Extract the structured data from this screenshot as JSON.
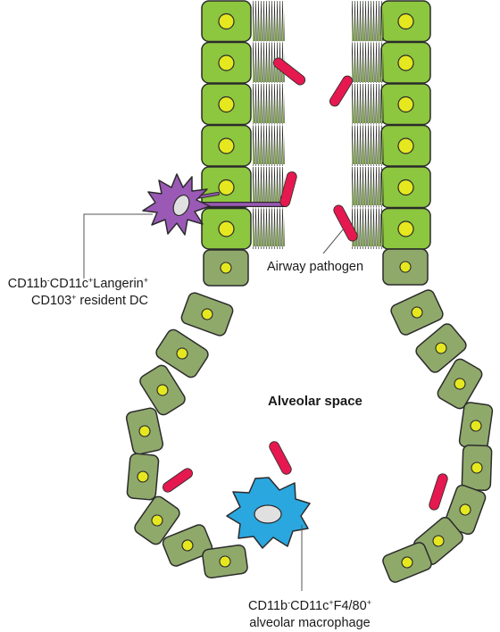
{
  "labels": {
    "dc_line1": {
      "a": "CD11b",
      "a_sup": "-",
      "b": "CD11c",
      "b_sup": "+",
      "c": "Langerin",
      "c_sup": "+"
    },
    "dc_line2": {
      "a": "CD103",
      "a_sup": "+",
      "b": " resident DC"
    },
    "pathogen": "Airway pathogen",
    "alveolar_space": "Alveolar space",
    "mac_line1": {
      "a": "CD11b",
      "a_sup": "-",
      "b": "CD11c",
      "b_sup": "+",
      "c": "F4/80",
      "c_sup": "+"
    },
    "mac_line2": "alveolar macrophage"
  },
  "colors": {
    "ciliated_cell": "#8dc63f",
    "alveolar_cell": "#8fa96b",
    "nucleus": "#e6e81f",
    "pathogen": "#e5194f",
    "dendritic_cell": "#9b59b6",
    "macrophage": "#2aa7df",
    "outline": "#2b2b2b"
  },
  "icons": [
    "ciliated-epithelial-cell",
    "alveolar-epithelial-cell",
    "pathogen-rod",
    "dendritic-cell",
    "alveolar-macrophage"
  ]
}
